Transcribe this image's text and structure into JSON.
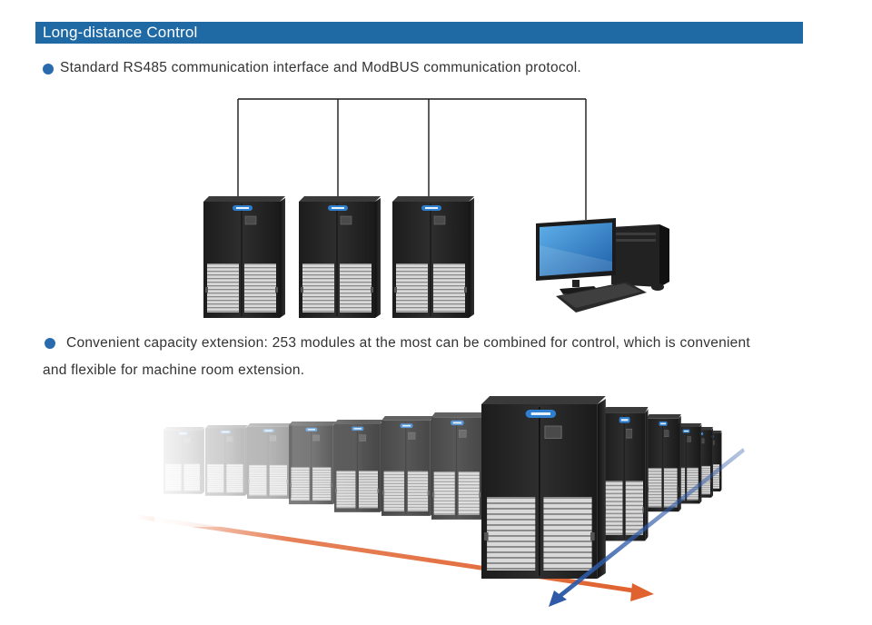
{
  "section": {
    "title": "Long-distance Control"
  },
  "bullets": [
    {
      "text": "Standard RS485 communication interface and ModBUS communication protocol."
    },
    {
      "text_line1": "Convenient capacity extension: 253 modules at the most can be combined for control, which is convenient",
      "text_line2": "and flexible for machine room extension."
    }
  ],
  "colors": {
    "accent": "#1f6aa5",
    "bullet": "#2a6bb0",
    "arrow_orange": "#e0622f",
    "arrow_blue": "#2e5aa8",
    "cabinet": "#2b2b2b"
  },
  "figures": {
    "network_diagram": {
      "units": 3,
      "devices": [
        "cabinet-unit",
        "cabinet-unit",
        "cabinet-unit",
        "computer"
      ]
    },
    "capacity_row": {
      "unit_icon": "cabinet-unit"
    }
  }
}
